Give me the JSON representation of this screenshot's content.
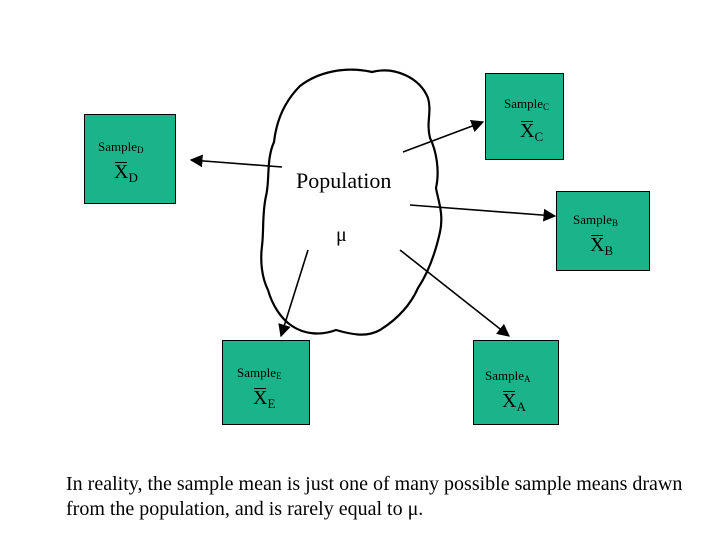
{
  "population": {
    "label": "Population",
    "symbol": "μ"
  },
  "samples": [
    {
      "id": "C",
      "label": "Sample",
      "sub": "C",
      "mean": "X",
      "mean_sub": "C"
    },
    {
      "id": "D",
      "label": "Sample",
      "sub": "D",
      "mean": "X",
      "mean_sub": "D"
    },
    {
      "id": "B",
      "label": "Sample",
      "sub": "B",
      "mean": "X",
      "mean_sub": "B"
    },
    {
      "id": "E",
      "label": "Sample",
      "sub": "E",
      "mean": "X",
      "mean_sub": "E"
    },
    {
      "id": "A",
      "label": "Sample",
      "sub": "A",
      "mean": "X",
      "mean_sub": "A"
    }
  ],
  "caption": "In reality, the sample mean is just one of many possible sample means drawn from the population, and is rarely equal to μ.",
  "colors": {
    "box_fill": "#1bb38a",
    "stroke": "#000000"
  }
}
